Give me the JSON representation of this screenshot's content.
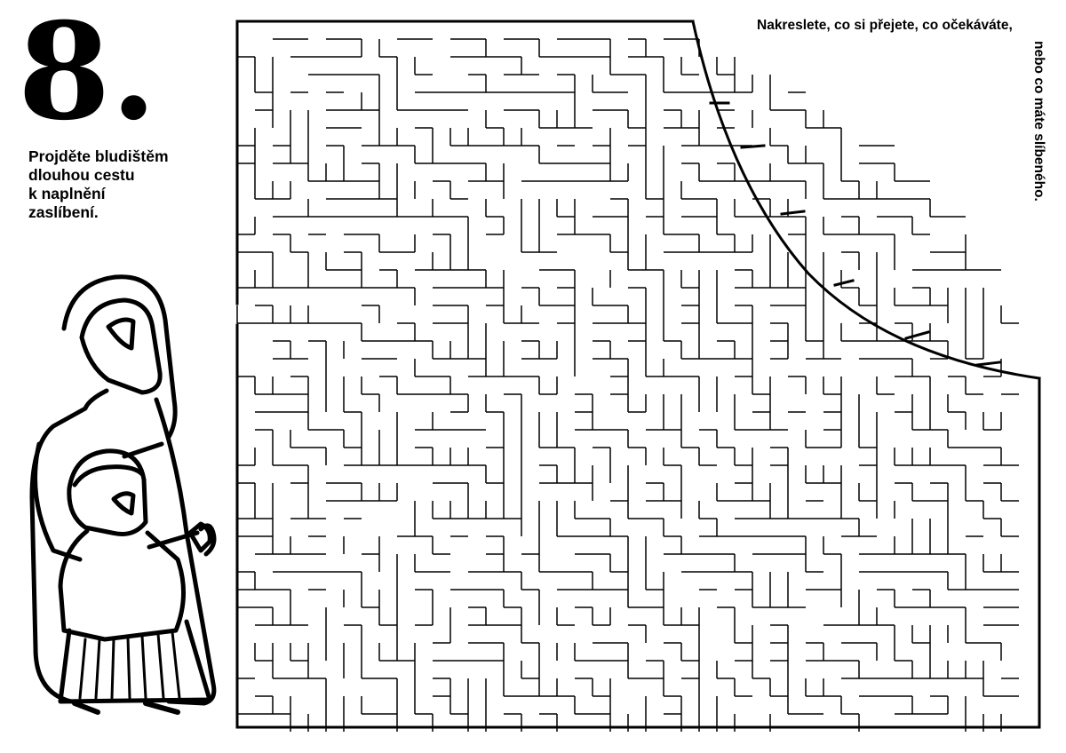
{
  "page": {
    "chapter_number": "8.",
    "instructions": [
      "Projděte bludištěm",
      "dlouhou cestu",
      "k naplnění",
      "zaslíbení."
    ],
    "note_top": "Nakreslete, co si přejete, co očekáváte,",
    "note_side": "nebo co máte slíbeného."
  },
  "colors": {
    "ink": "#000000",
    "paper": "#ffffff"
  },
  "illustration": {
    "subject": "adult-with-child-figures",
    "maze": "curved-edge-labyrinth"
  }
}
